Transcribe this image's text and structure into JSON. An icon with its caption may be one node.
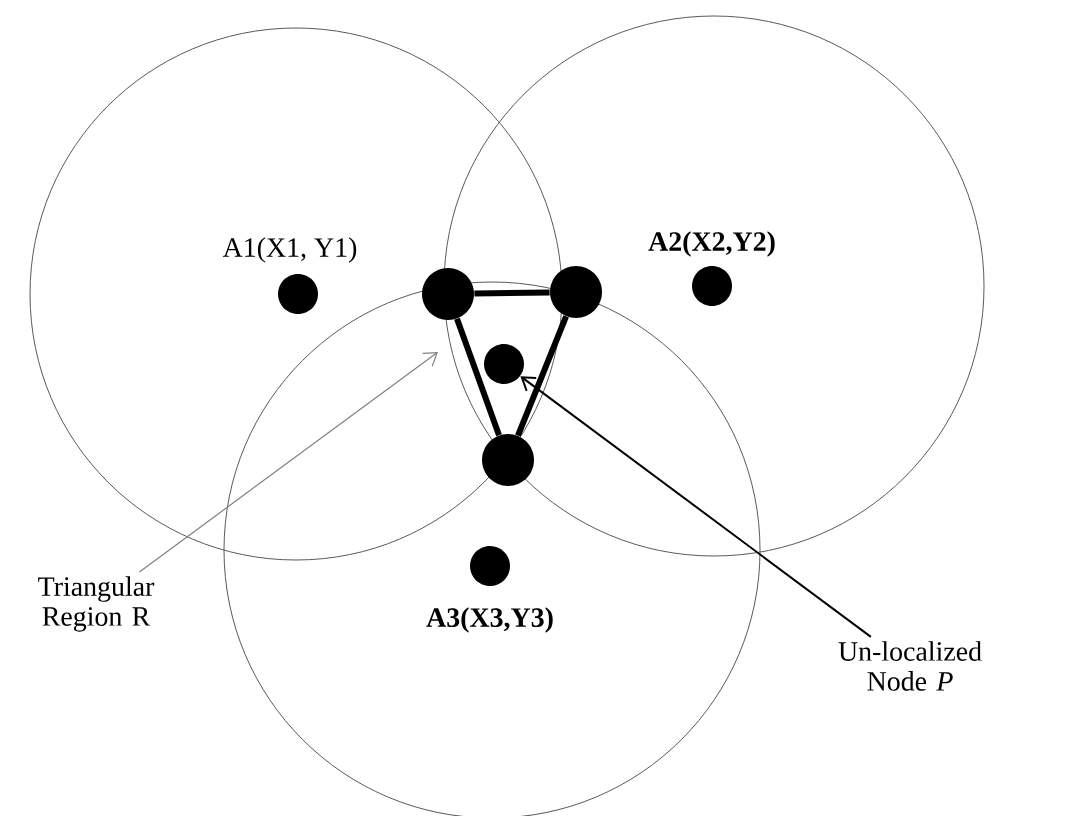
{
  "diagram": {
    "nodes": [
      {
        "text": [],
        "shape": "circle",
        "beside": [
          "A1(X1, Y1)"
        ]
      },
      {
        "text": [],
        "shape": "circle",
        "beside": [
          "A2(X2,Y2)"
        ]
      },
      {
        "text": [],
        "shape": "circle",
        "beside": [
          "A3(X3,Y3)"
        ]
      },
      {
        "text": [],
        "shape": "circle"
      },
      {
        "text": [],
        "shape": "circle"
      },
      {
        "text": [],
        "shape": "circle"
      },
      {
        "text": [],
        "shape": "circle"
      },
      {
        "text": [
          "Triangular Region R"
        ]
      },
      {
        "text": [
          "Un-localized Node *P*"
        ]
      }
    ],
    "edges": [
      {
        "from": 3,
        "to": 4,
        "arrow": "none"
      },
      {
        "from": 4,
        "to": 5,
        "arrow": "none"
      },
      {
        "from": 5,
        "to": 3,
        "arrow": "none"
      },
      {
        "from": 7,
        "to": null,
        "arrow": "to",
        "color": "#808080"
      },
      {
        "from": 8,
        "to": 6,
        "arrow": "to"
      }
    ]
  }
}
